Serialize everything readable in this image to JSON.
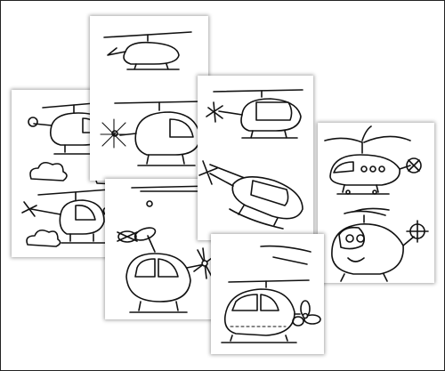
{
  "scene": {
    "description_hidden": "",
    "sheets": [
      {
        "id": "left-sheet",
        "subject": "helicopter-and-clouds"
      },
      {
        "id": "top-center-sheet",
        "subject": "two-helicopters"
      },
      {
        "id": "center-sheet",
        "subject": "two-helicopters"
      },
      {
        "id": "right-sheet",
        "subject": "cartoon-helicopters"
      },
      {
        "id": "bottom-center-sheet",
        "subject": "cartoon-helicopter"
      },
      {
        "id": "bottom-right-sheet",
        "subject": "cartoon-helicopter"
      }
    ]
  },
  "colors": {
    "background": "#ffffff",
    "frame": "#222222",
    "line": "#111111"
  }
}
